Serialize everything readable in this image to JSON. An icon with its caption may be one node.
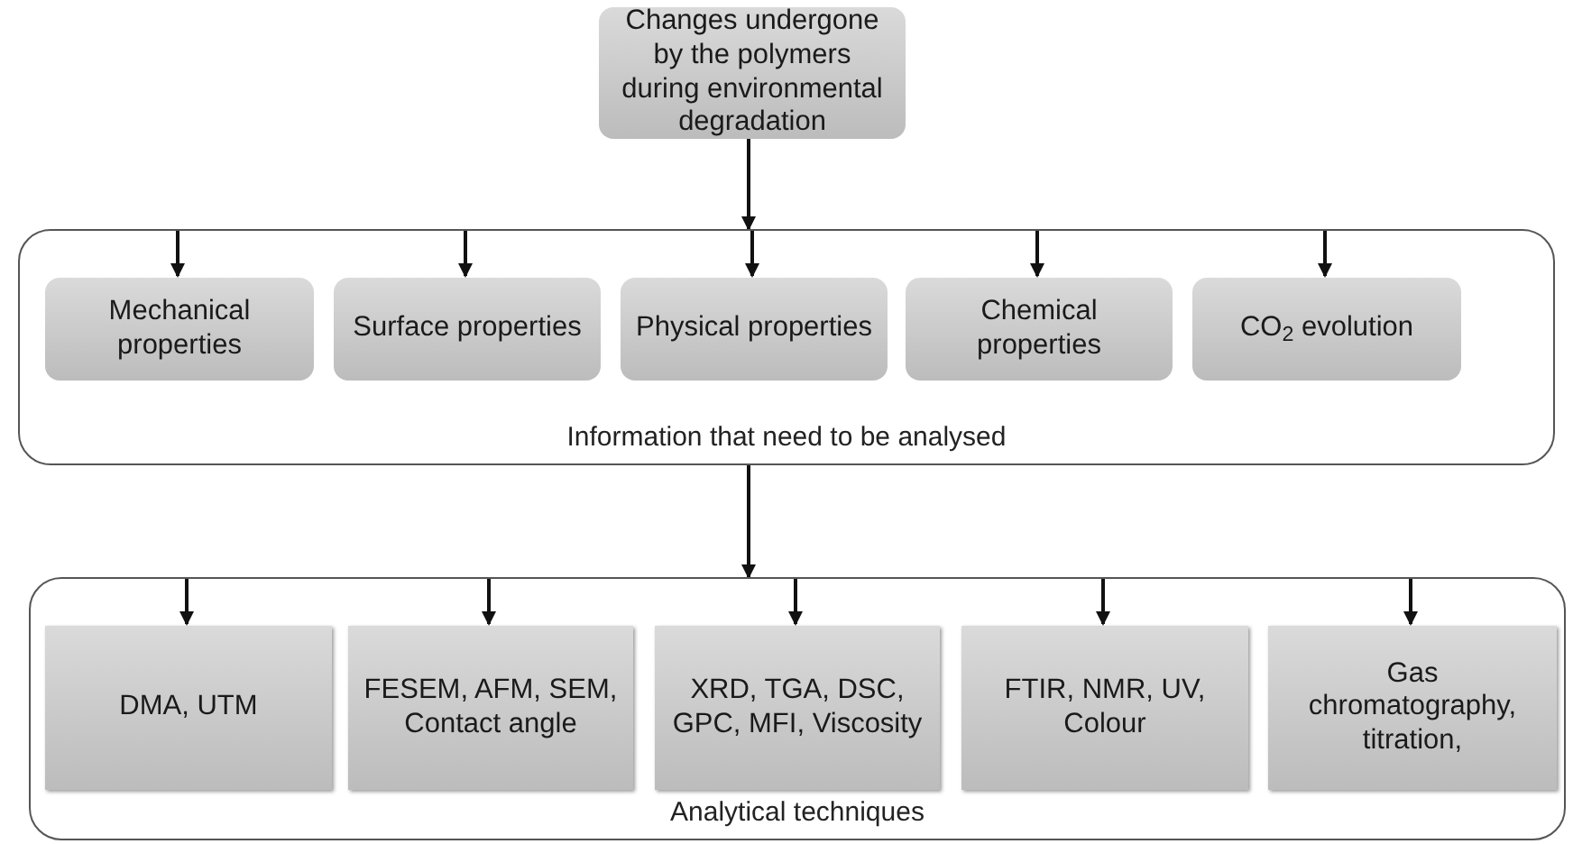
{
  "diagram": {
    "nodes": [
      {
        "text": [
          "Changes undergone by the polymers during environmental degradation"
        ]
      },
      {
        "text": [
          "Information that need to be analysed"
        ]
      },
      {
        "text": [
          "Mechanical properties"
        ],
        "in": 1
      },
      {
        "text": [
          "Surface properties"
        ],
        "in": 1
      },
      {
        "text": [
          "Physical properties"
        ],
        "in": 1
      },
      {
        "text": [
          "Chemical properties"
        ],
        "in": 1
      },
      {
        "text": [
          "CO$_{2}$ evolution"
        ],
        "in": 1
      },
      {
        "text": [
          "Analytical techniques"
        ]
      },
      {
        "text": [
          "DMA, UTM"
        ],
        "in": 7
      },
      {
        "text": [
          "FESEM, AFM, SEM, Contact angle"
        ],
        "in": 7
      },
      {
        "text": [
          "XRD, TGA, DSC, GPC, MFI, Viscosity"
        ],
        "in": 7
      },
      {
        "text": [
          "FTIR, NMR, UV, Colour"
        ],
        "in": 7
      },
      {
        "text": [
          "Gas chromatography, titration,"
        ],
        "in": 7
      }
    ],
    "edges": [
      {
        "from": 0,
        "to": 1,
        "arrow": "to"
      },
      {
        "from": 1,
        "to": 2,
        "arrow": "to"
      },
      {
        "from": 1,
        "to": 3,
        "arrow": "to"
      },
      {
        "from": 1,
        "to": 4,
        "arrow": "to"
      },
      {
        "from": 1,
        "to": 5,
        "arrow": "to"
      },
      {
        "from": 1,
        "to": 6,
        "arrow": "to"
      },
      {
        "from": 1,
        "to": 7,
        "arrow": "to"
      },
      {
        "from": 7,
        "to": 8,
        "arrow": "to"
      },
      {
        "from": 7,
        "to": 9,
        "arrow": "to"
      },
      {
        "from": 7,
        "to": 10,
        "arrow": "to"
      },
      {
        "from": 7,
        "to": 11,
        "arrow": "to"
      },
      {
        "from": 7,
        "to": 12,
        "arrow": "to"
      }
    ]
  }
}
